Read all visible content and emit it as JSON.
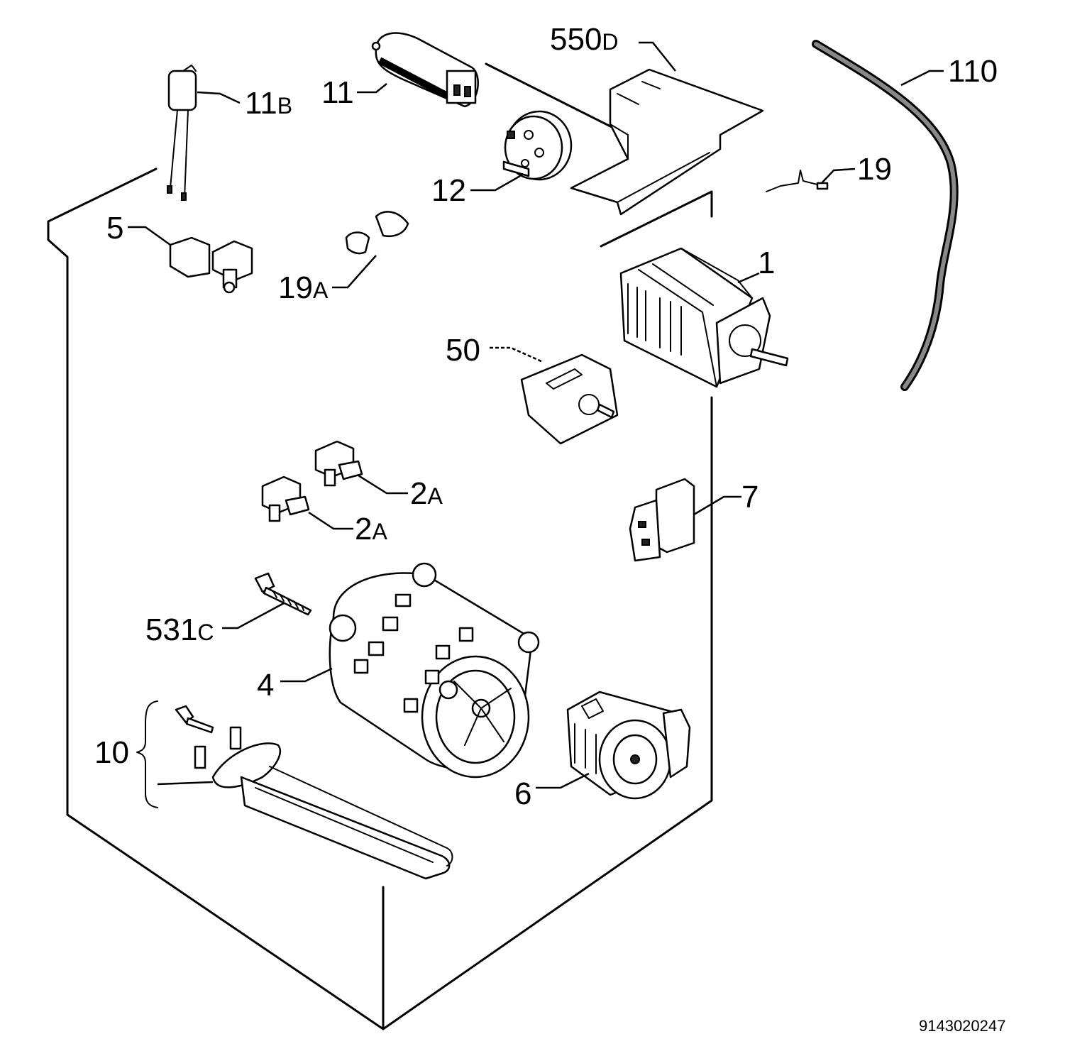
{
  "labels": {
    "p550d": {
      "num": "550",
      "suffix": "D"
    },
    "p110": {
      "num": "110",
      "suffix": ""
    },
    "p11b": {
      "num": "11",
      "suffix": "B"
    },
    "p11": {
      "num": "11",
      "suffix": ""
    },
    "p12": {
      "num": "12",
      "suffix": ""
    },
    "p19": {
      "num": "19",
      "suffix": ""
    },
    "p5": {
      "num": "5",
      "suffix": ""
    },
    "p19a": {
      "num": "19",
      "suffix": "A"
    },
    "p1": {
      "num": "1",
      "suffix": ""
    },
    "p50": {
      "num": "50",
      "suffix": ""
    },
    "p2a_upper": {
      "num": "2",
      "suffix": "A"
    },
    "p2a_lower": {
      "num": "2",
      "suffix": "A"
    },
    "p7": {
      "num": "7",
      "suffix": ""
    },
    "p531c": {
      "num": "531",
      "suffix": "C"
    },
    "p4": {
      "num": "4",
      "suffix": ""
    },
    "p10": {
      "num": "10",
      "suffix": ""
    },
    "p6": {
      "num": "6",
      "suffix": ""
    }
  },
  "document_number": "9143020247"
}
